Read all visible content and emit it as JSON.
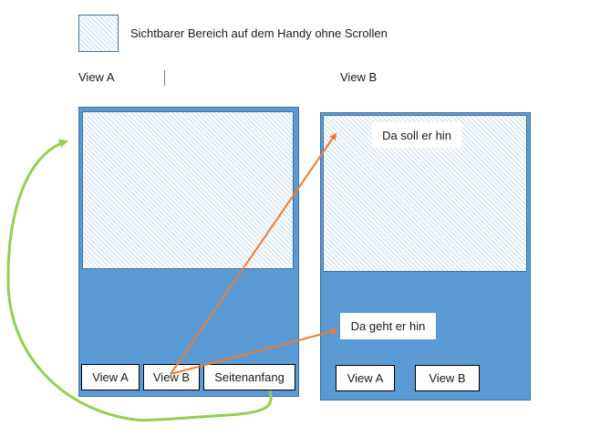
{
  "legend": {
    "swatch_icon": "hatched-area-swatch",
    "text": "Sichtbarer Bereich auf dem Handy ohne Scrollen"
  },
  "view_a": {
    "title": "View A",
    "buttons": [
      "View A",
      "View B",
      "Seitenanfang"
    ]
  },
  "view_b": {
    "title": "View B",
    "callout_target": "Da soll er hin",
    "callout_actual": "Da geht er hin",
    "buttons": [
      "View A",
      "View B"
    ]
  },
  "colors": {
    "phone_fill": "#5b9bd5",
    "phone_border": "#41719c",
    "hatch": "#d3e3f3",
    "arrow_orange": "#ed7d31",
    "arrow_green": "#92d050"
  }
}
